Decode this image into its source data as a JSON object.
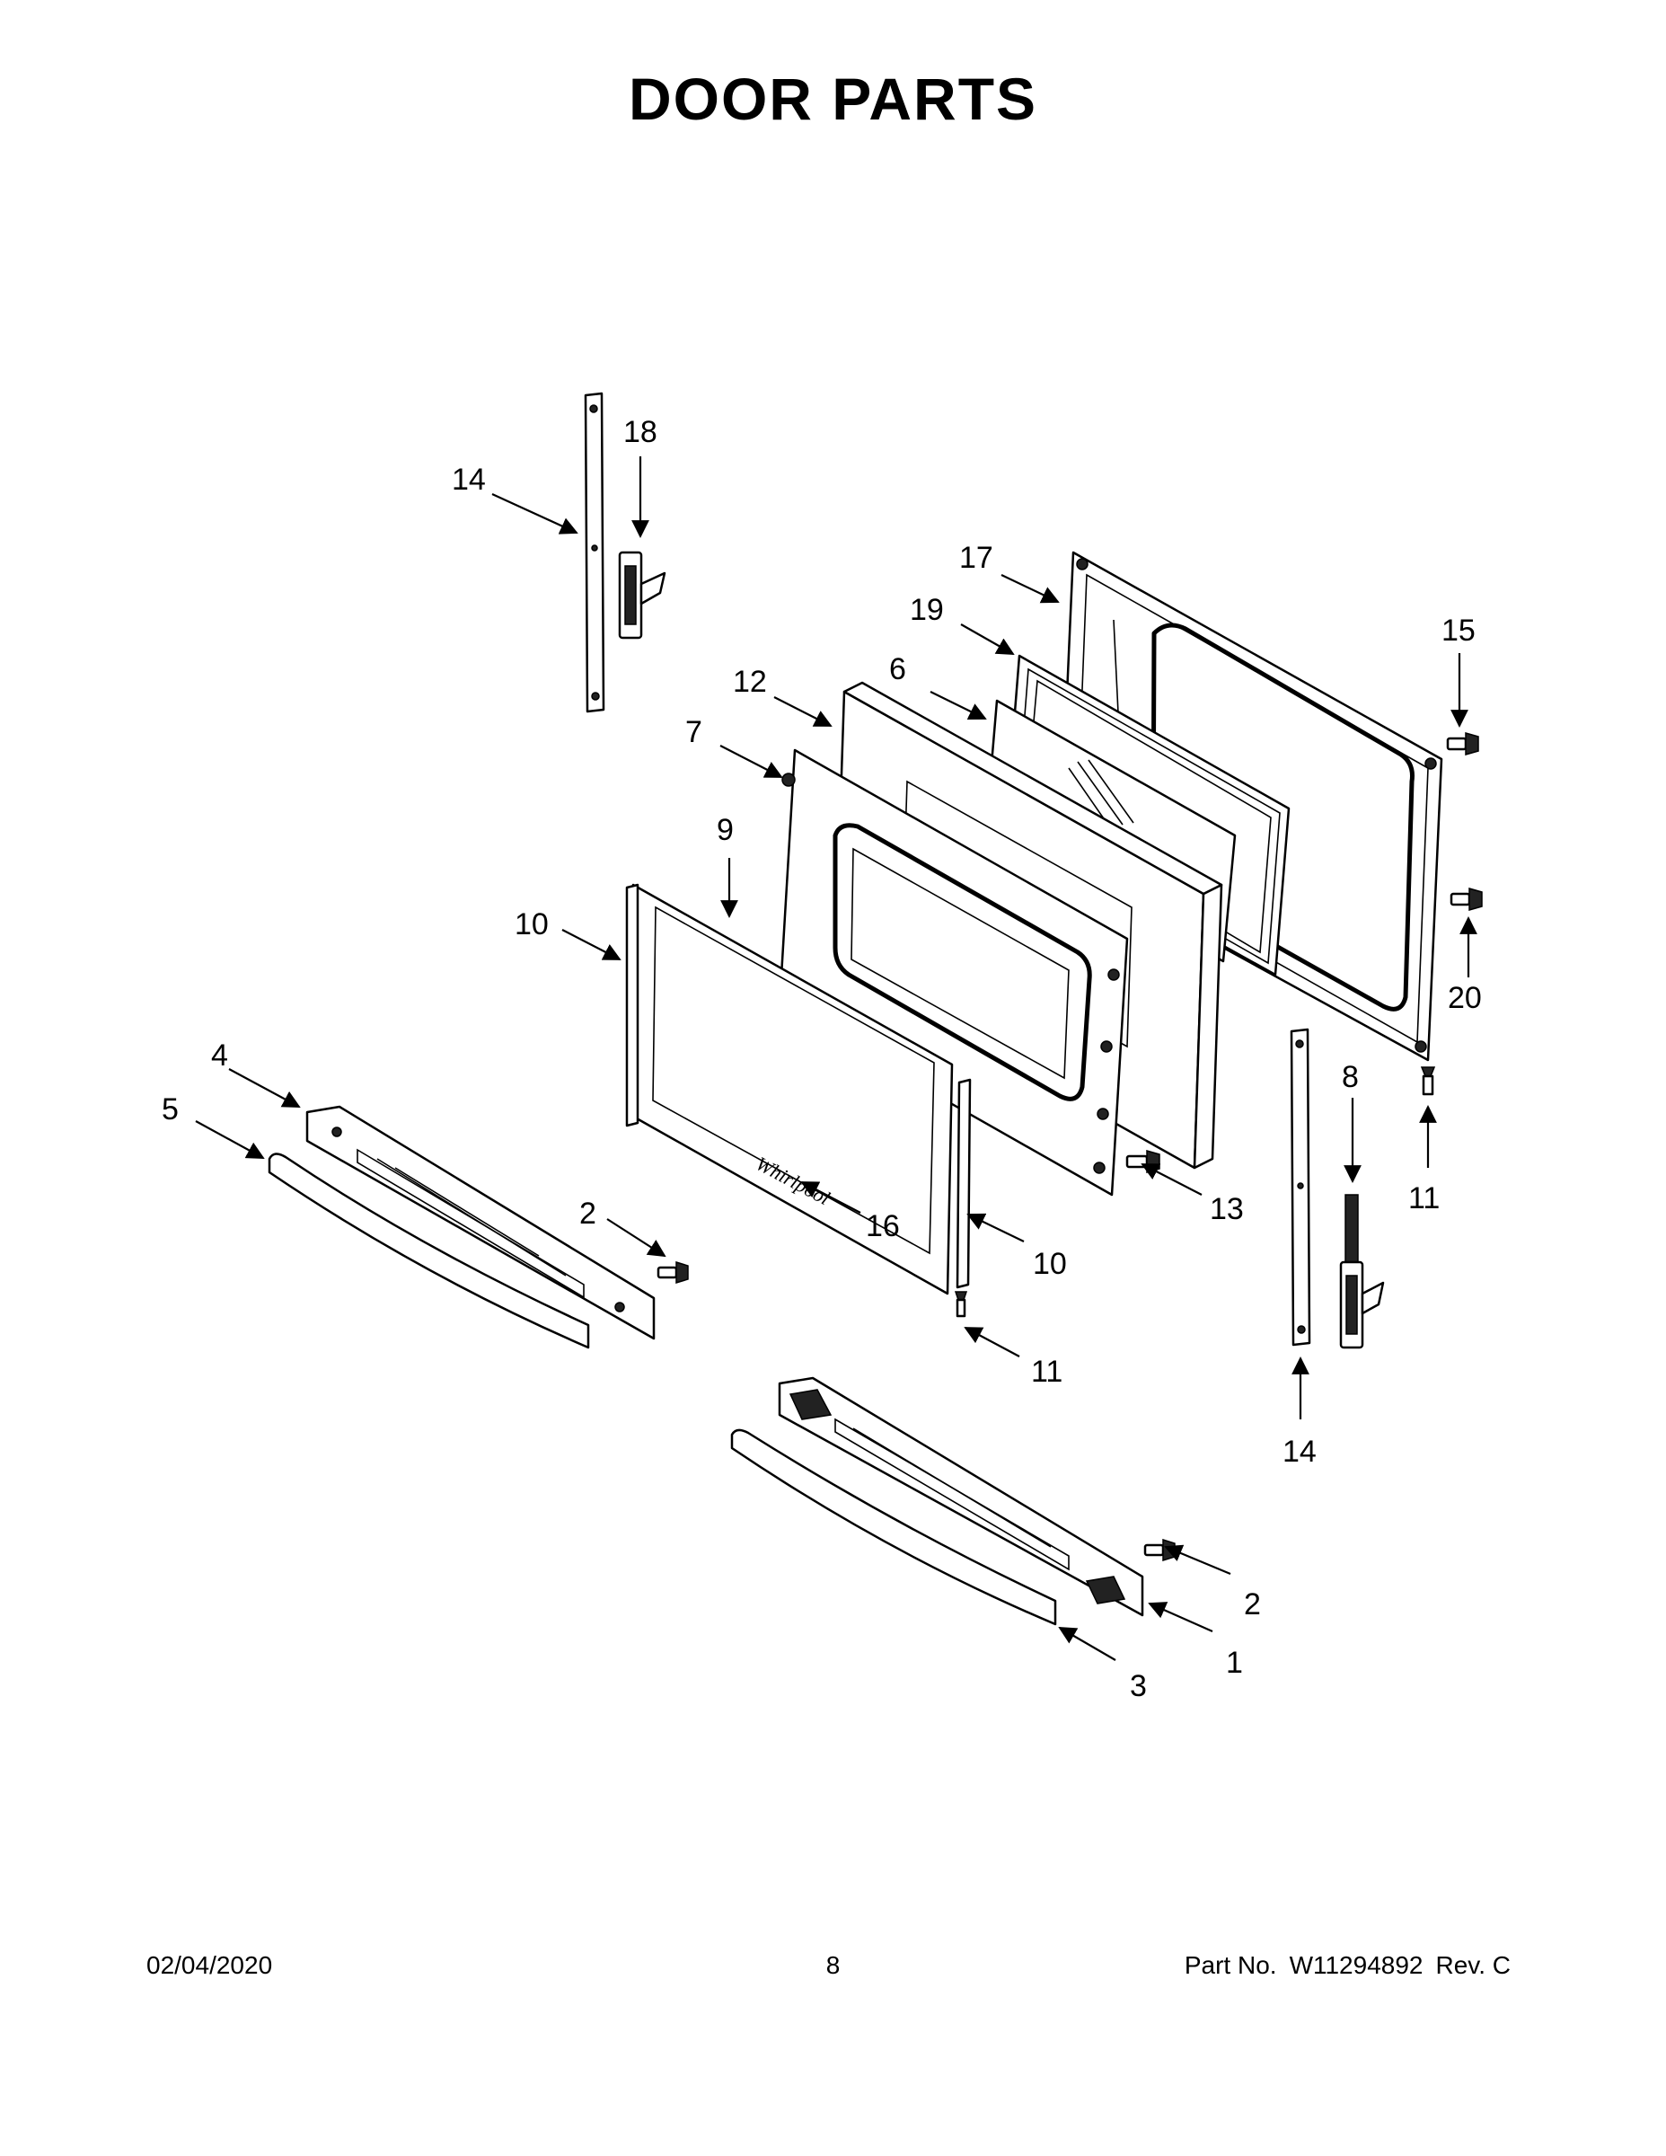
{
  "title": "DOOR PARTS",
  "footer": {
    "date": "02/04/2020",
    "page": "8",
    "part_label": "Part No.",
    "part_number": "W11294892",
    "revision": "Rev. C"
  },
  "callouts": {
    "c1": "1",
    "c2a": "2",
    "c2b": "2",
    "c3": "3",
    "c4": "4",
    "c5": "5",
    "c6": "6",
    "c7": "7",
    "c8": "8",
    "c9": "9",
    "c10a": "10",
    "c10b": "10",
    "c11a": "11",
    "c11b": "11",
    "c12": "12",
    "c13": "13",
    "c14a": "14",
    "c14b": "14",
    "c15": "15",
    "c16": "16",
    "c17": "17",
    "c18": "18",
    "c19": "19",
    "c20": "20"
  }
}
